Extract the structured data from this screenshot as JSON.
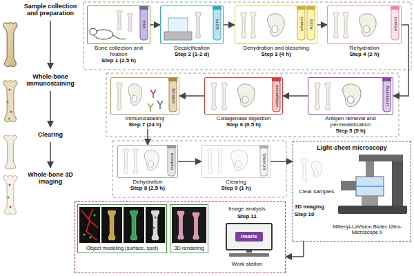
{
  "diagram": {
    "nodes": [
      {
        "text": [
          "Bone collection and fixation",
          "Step 1 (2.5 h)"
        ]
      },
      {
        "text": [
          "Decalcification",
          "Step 2 (1-2 d)"
        ]
      },
      {
        "text": [
          "Dehydration and bleaching",
          "Step 3 (4 h)"
        ]
      },
      {
        "text": [
          "Rehydration",
          "Step 4 (2 h)"
        ]
      },
      {
        "text": [
          "Immunolabeling",
          "Step 7 (24 h)"
        ]
      },
      {
        "text": [
          "Collagenase digestion",
          "Step 6 (0.5 h)"
        ]
      },
      {
        "text": [
          "Antigen retrieval and permeabilization",
          "Step 5 (5 h)"
        ]
      },
      {
        "text": [
          "Dehydration",
          "Step 8 (2.5 h)"
        ]
      },
      {
        "text": [
          "Clearing",
          "Step 9 (1 h)"
        ]
      },
      {
        "text": [
          "Light-sheet microscopy",
          "Clear samples",
          "3D imaging",
          "Step 10",
          "Miltenyi-LaVision Biotec Ultra-Microscope II"
        ]
      },
      {
        "text": [
          "Image analysis",
          "Step 11",
          "Work station"
        ]
      },
      {
        "text": [
          "Object modeling (surface, spot)"
        ],
        "in": 10
      },
      {
        "text": [
          "3D rendering"
        ],
        "in": 10
      }
    ],
    "edges": [
      {
        "from": 0,
        "to": 1,
        "arrow": "to"
      },
      {
        "from": 1,
        "to": 2,
        "arrow": "to"
      },
      {
        "from": 2,
        "to": 3,
        "arrow": "to"
      },
      {
        "from": 3,
        "to": 6,
        "arrow": "to"
      },
      {
        "from": 6,
        "to": 5,
        "arrow": "to"
      },
      {
        "from": 5,
        "to": 4,
        "arrow": "to"
      },
      {
        "from": 4,
        "to": 7,
        "arrow": "to"
      },
      {
        "from": 7,
        "to": 8,
        "arrow": "to"
      },
      {
        "from": 8,
        "to": 9,
        "arrow": "to"
      },
      {
        "from": 9,
        "to": 10,
        "arrow": "to"
      }
    ],
    "labels": [
      "Sample collection and preparation",
      "Whole-bone immunostaining",
      "Clearing",
      "Whole-bone 3D imaging",
      "PFA",
      "EDTA",
      "ethanol",
      "H2O2",
      "ethanol",
      "antibody",
      "collagenase",
      "unmasking",
      "methanol",
      "ECi/PEG",
      "Imaris"
    ]
  }
}
